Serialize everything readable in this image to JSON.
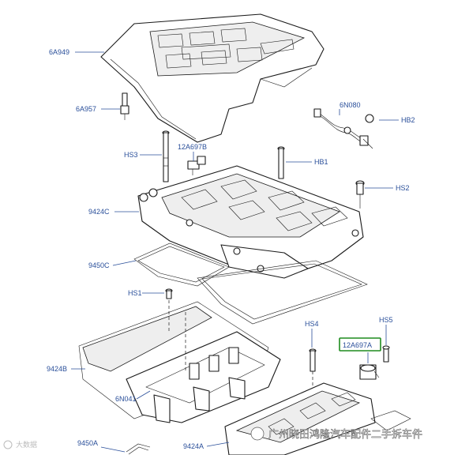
{
  "labels": {
    "6A949": "6A949",
    "6A957": "6A957",
    "6N080": "6N080",
    "HB2": "HB2",
    "HS3": "HS3",
    "12A697B": "12A697B",
    "HB1": "HB1",
    "HS2": "HS2",
    "9424C": "9424C",
    "9450C": "9450C",
    "HS1": "HS1",
    "HS4": "HS4",
    "HS5": "HS5",
    "12A697A": "12A697A",
    "9424B": "9424B",
    "6N041": "6N041",
    "9450A": "9450A",
    "9424A": "9424A"
  },
  "watermark": {
    "left": "大数据",
    "right": "广州晓田鸿隆汽车配件二手拆车件"
  },
  "colors": {
    "label": "#2a4f9a",
    "highlight": "#1e8c1e",
    "line": "#1a1a1a"
  }
}
